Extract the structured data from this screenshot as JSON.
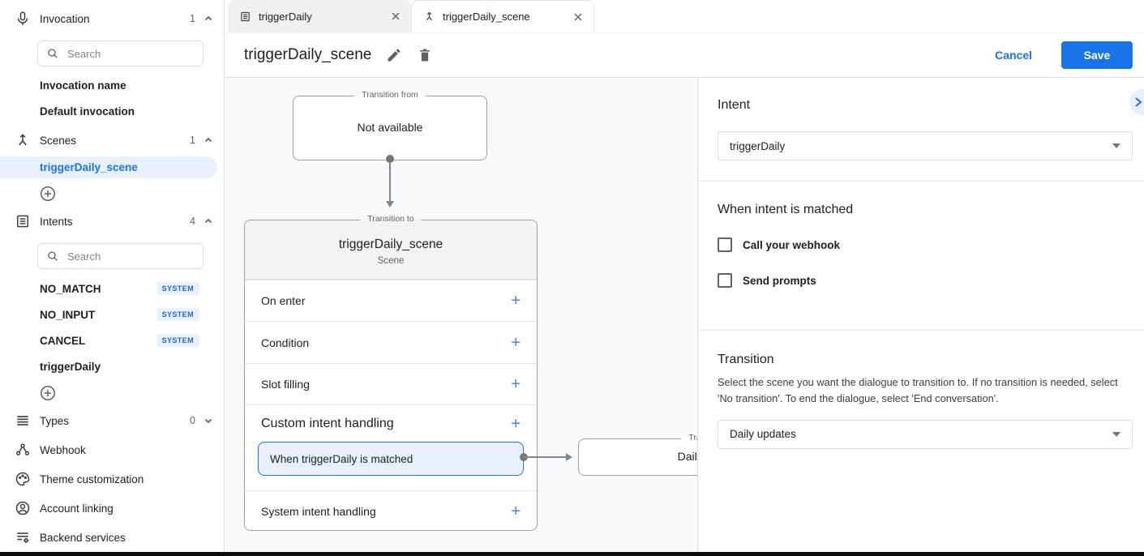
{
  "sidebar": {
    "invocation": {
      "label": "Invocation",
      "count": "1",
      "search_placeholder": "Search",
      "items": [
        "Invocation name",
        "Default invocation"
      ]
    },
    "scenes": {
      "label": "Scenes",
      "count": "1",
      "selected_item": "triggerDaily_scene"
    },
    "intents": {
      "label": "Intents",
      "count": "4",
      "search_placeholder": "Search",
      "items": [
        {
          "label": "NO_MATCH",
          "badge": "SYSTEM"
        },
        {
          "label": "NO_INPUT",
          "badge": "SYSTEM"
        },
        {
          "label": "CANCEL",
          "badge": "SYSTEM"
        },
        {
          "label": "triggerDaily"
        }
      ]
    },
    "types": {
      "label": "Types",
      "count": "0"
    },
    "links": [
      {
        "label": "Webhook"
      },
      {
        "label": "Theme customization"
      },
      {
        "label": "Account linking"
      },
      {
        "label": "Backend services"
      }
    ]
  },
  "tabs": [
    {
      "label": "triggerDaily"
    },
    {
      "label": "triggerDaily_scene"
    }
  ],
  "header": {
    "title": "triggerDaily_scene",
    "cancel_label": "Cancel",
    "save_label": "Save"
  },
  "canvas": {
    "from_box": {
      "legend": "Transition from",
      "text": "Not available"
    },
    "to_box": {
      "legend": "Transition to",
      "title": "triggerDaily_scene",
      "subtitle": "Scene",
      "rows": [
        "On enter",
        "Condition",
        "Slot filling",
        "Custom intent handling",
        "System intent handling"
      ],
      "selected_item": "When triggerDaily is matched"
    },
    "target_box": {
      "legend": "Transition to",
      "text": "Daily updates"
    }
  },
  "panel": {
    "intent_heading": "Intent",
    "intent_value": "triggerDaily",
    "matched_heading": "When intent is matched",
    "checkbox1_label": "Call your webhook",
    "checkbox2_label": "Send prompts",
    "transition_heading": "Transition",
    "transition_description": "Select the scene you want the dialogue to transition to. If no transition is needed, select 'No transition'. To end the dialogue, select 'End conversation'.",
    "transition_value": "Daily updates"
  },
  "colors": {
    "accent": "#1a73e8",
    "selected_bg": "#e8f0fe",
    "badge_text": "#1967d2",
    "canvas_bg": "#f8f9fa",
    "border": "#dadce0"
  }
}
